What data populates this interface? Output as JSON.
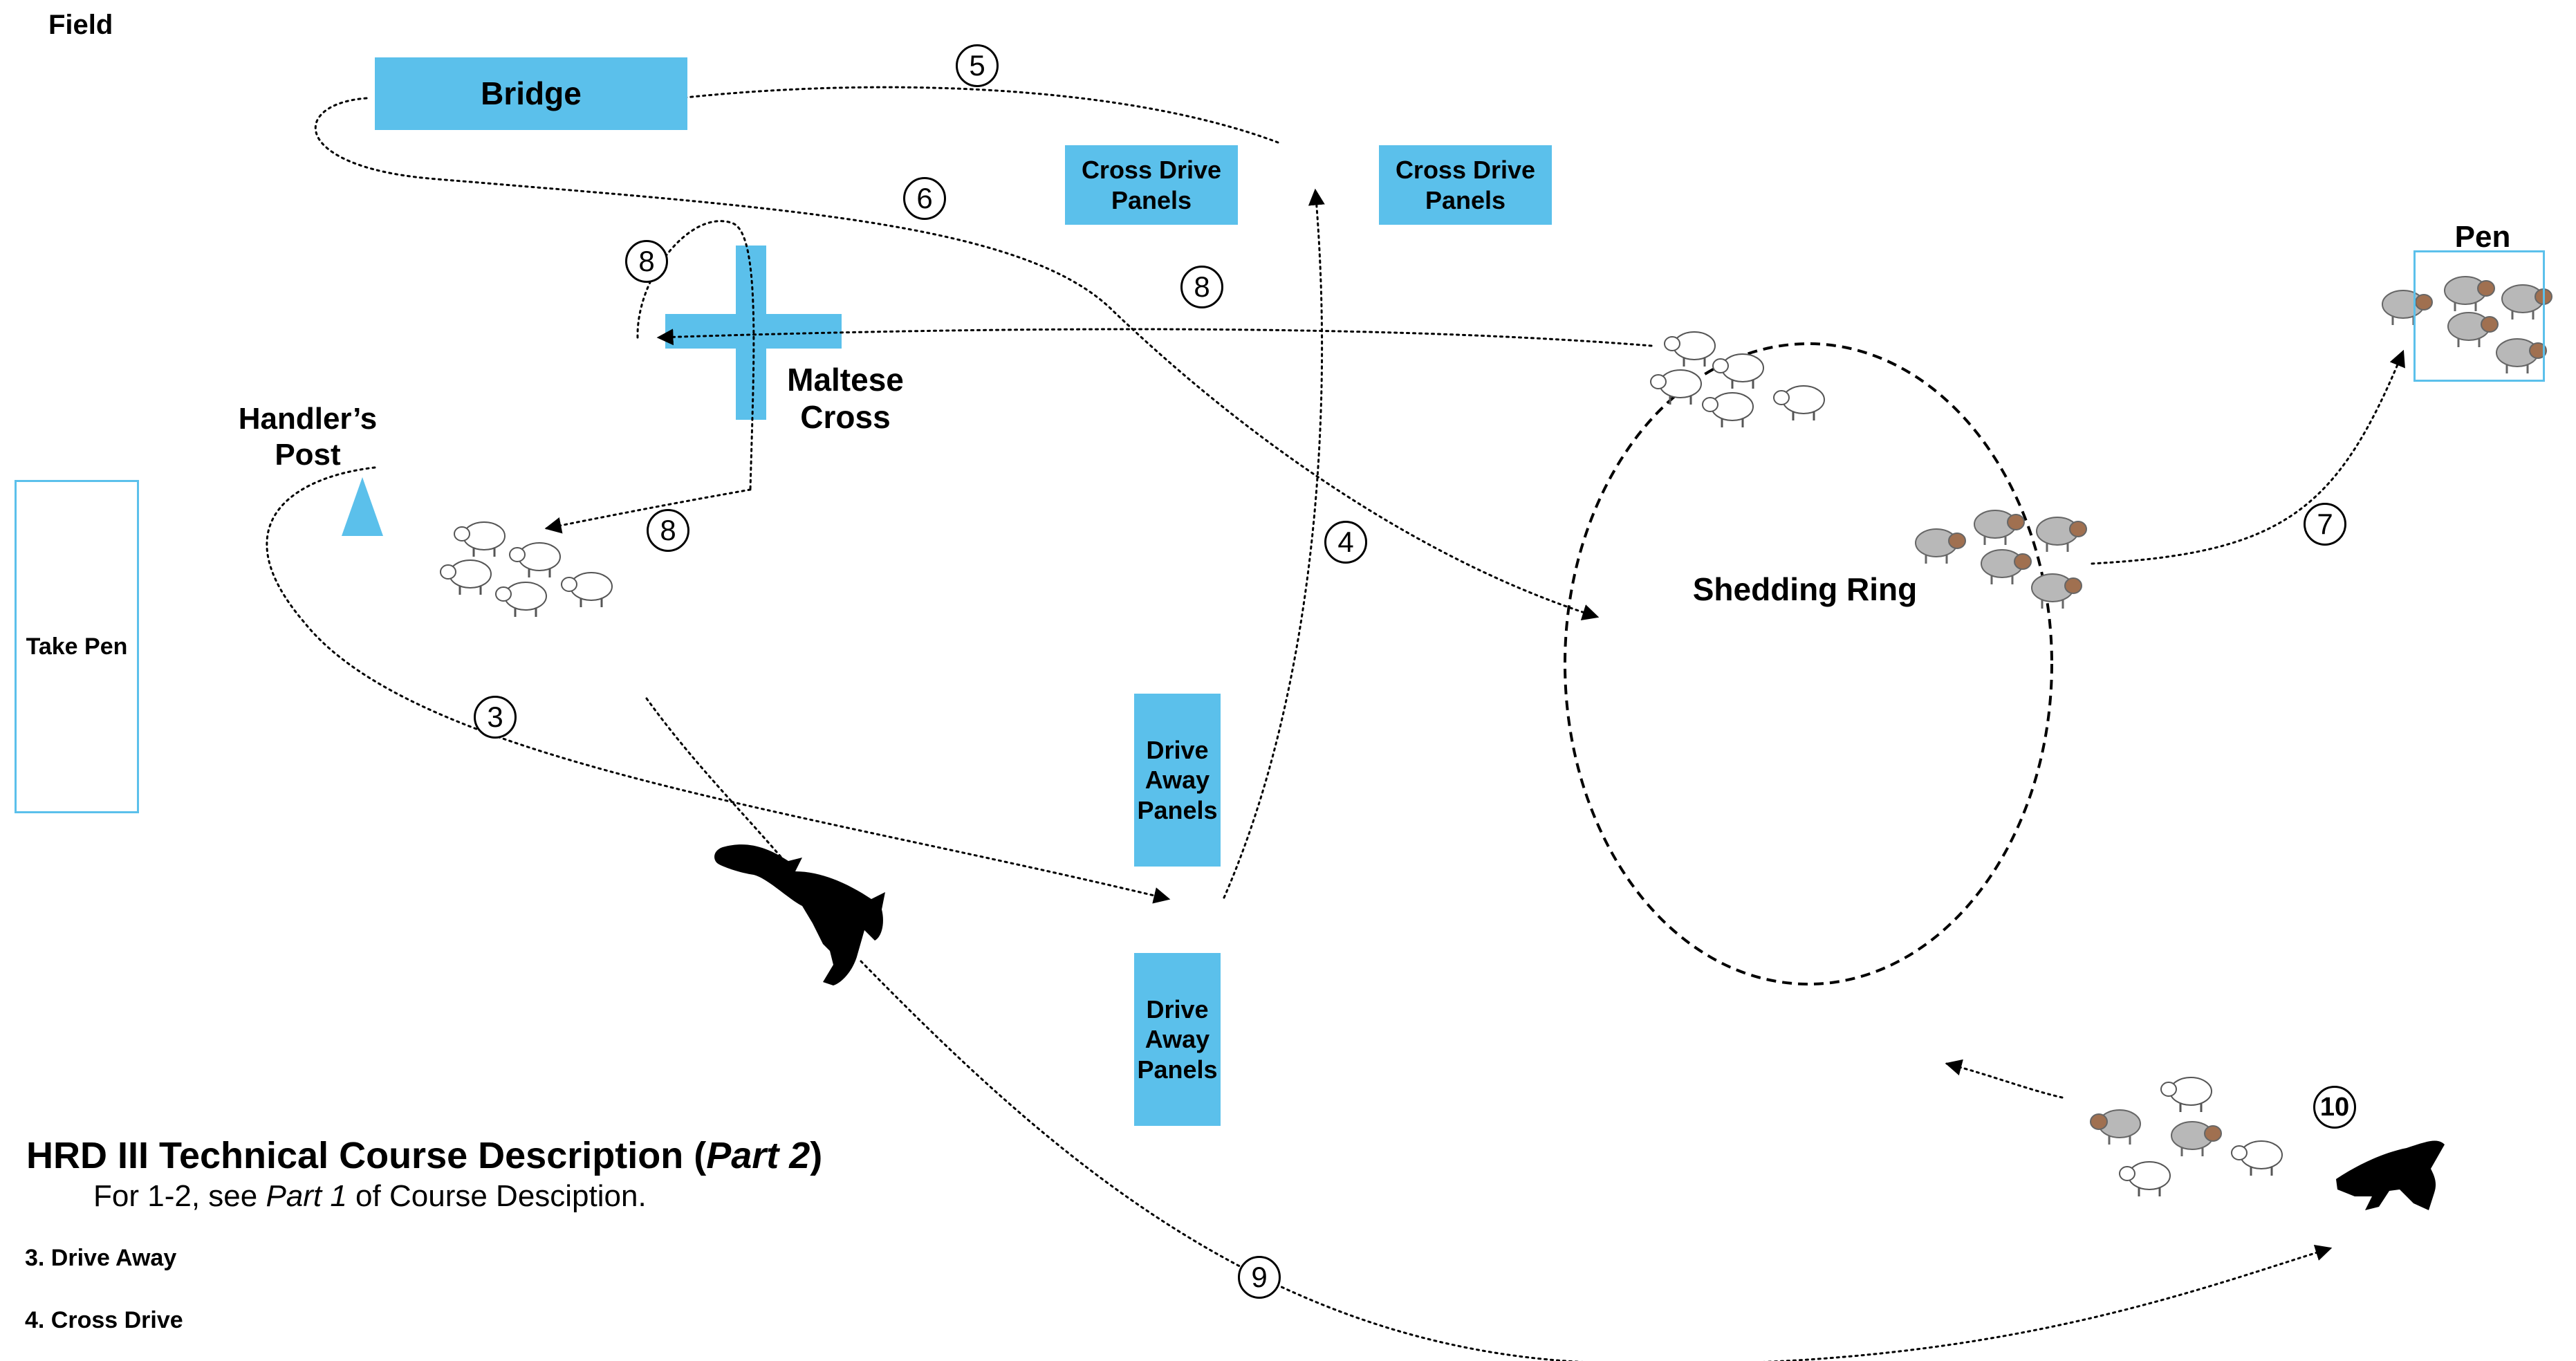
{
  "field_label": "Field",
  "bridge_label": "Bridge",
  "cross_drive_panels": [
    "Cross Drive Panels",
    "Cross Drive Panels"
  ],
  "maltese_cross_label": "Maltese\nCross",
  "handlers_post_label": "Handler’s\nPost",
  "take_pen_label": "Take Pen",
  "drive_away_panels": [
    "Drive\nAway\nPanels",
    "Drive\nAway\nPanels"
  ],
  "shedding_ring_label": "Shedding Ring",
  "pen_label": "Pen",
  "step_markers": [
    "3",
    "4",
    "5",
    "6",
    "7",
    "8",
    "8",
    "8",
    "9",
    "10"
  ],
  "description": {
    "title_main": "HRD III Technical Course Description (",
    "title_part": "Part 2",
    "title_end": ")",
    "line_start": "For 1-2, see ",
    "line_part": "Part 1",
    "line_end": " of Course Desciption.",
    "items": [
      "3. Drive Away",
      "4. Cross Drive"
    ]
  },
  "colors": {
    "panel": "#5bc0eb",
    "path": "#000000",
    "sheep_white": "#ffffff",
    "sheep_gray": "#b8b8b8",
    "sheep_face_brown": "#a07050"
  },
  "icons": [
    "sheep-icon",
    "dog-icon",
    "handlers-post-triangle-icon"
  ]
}
